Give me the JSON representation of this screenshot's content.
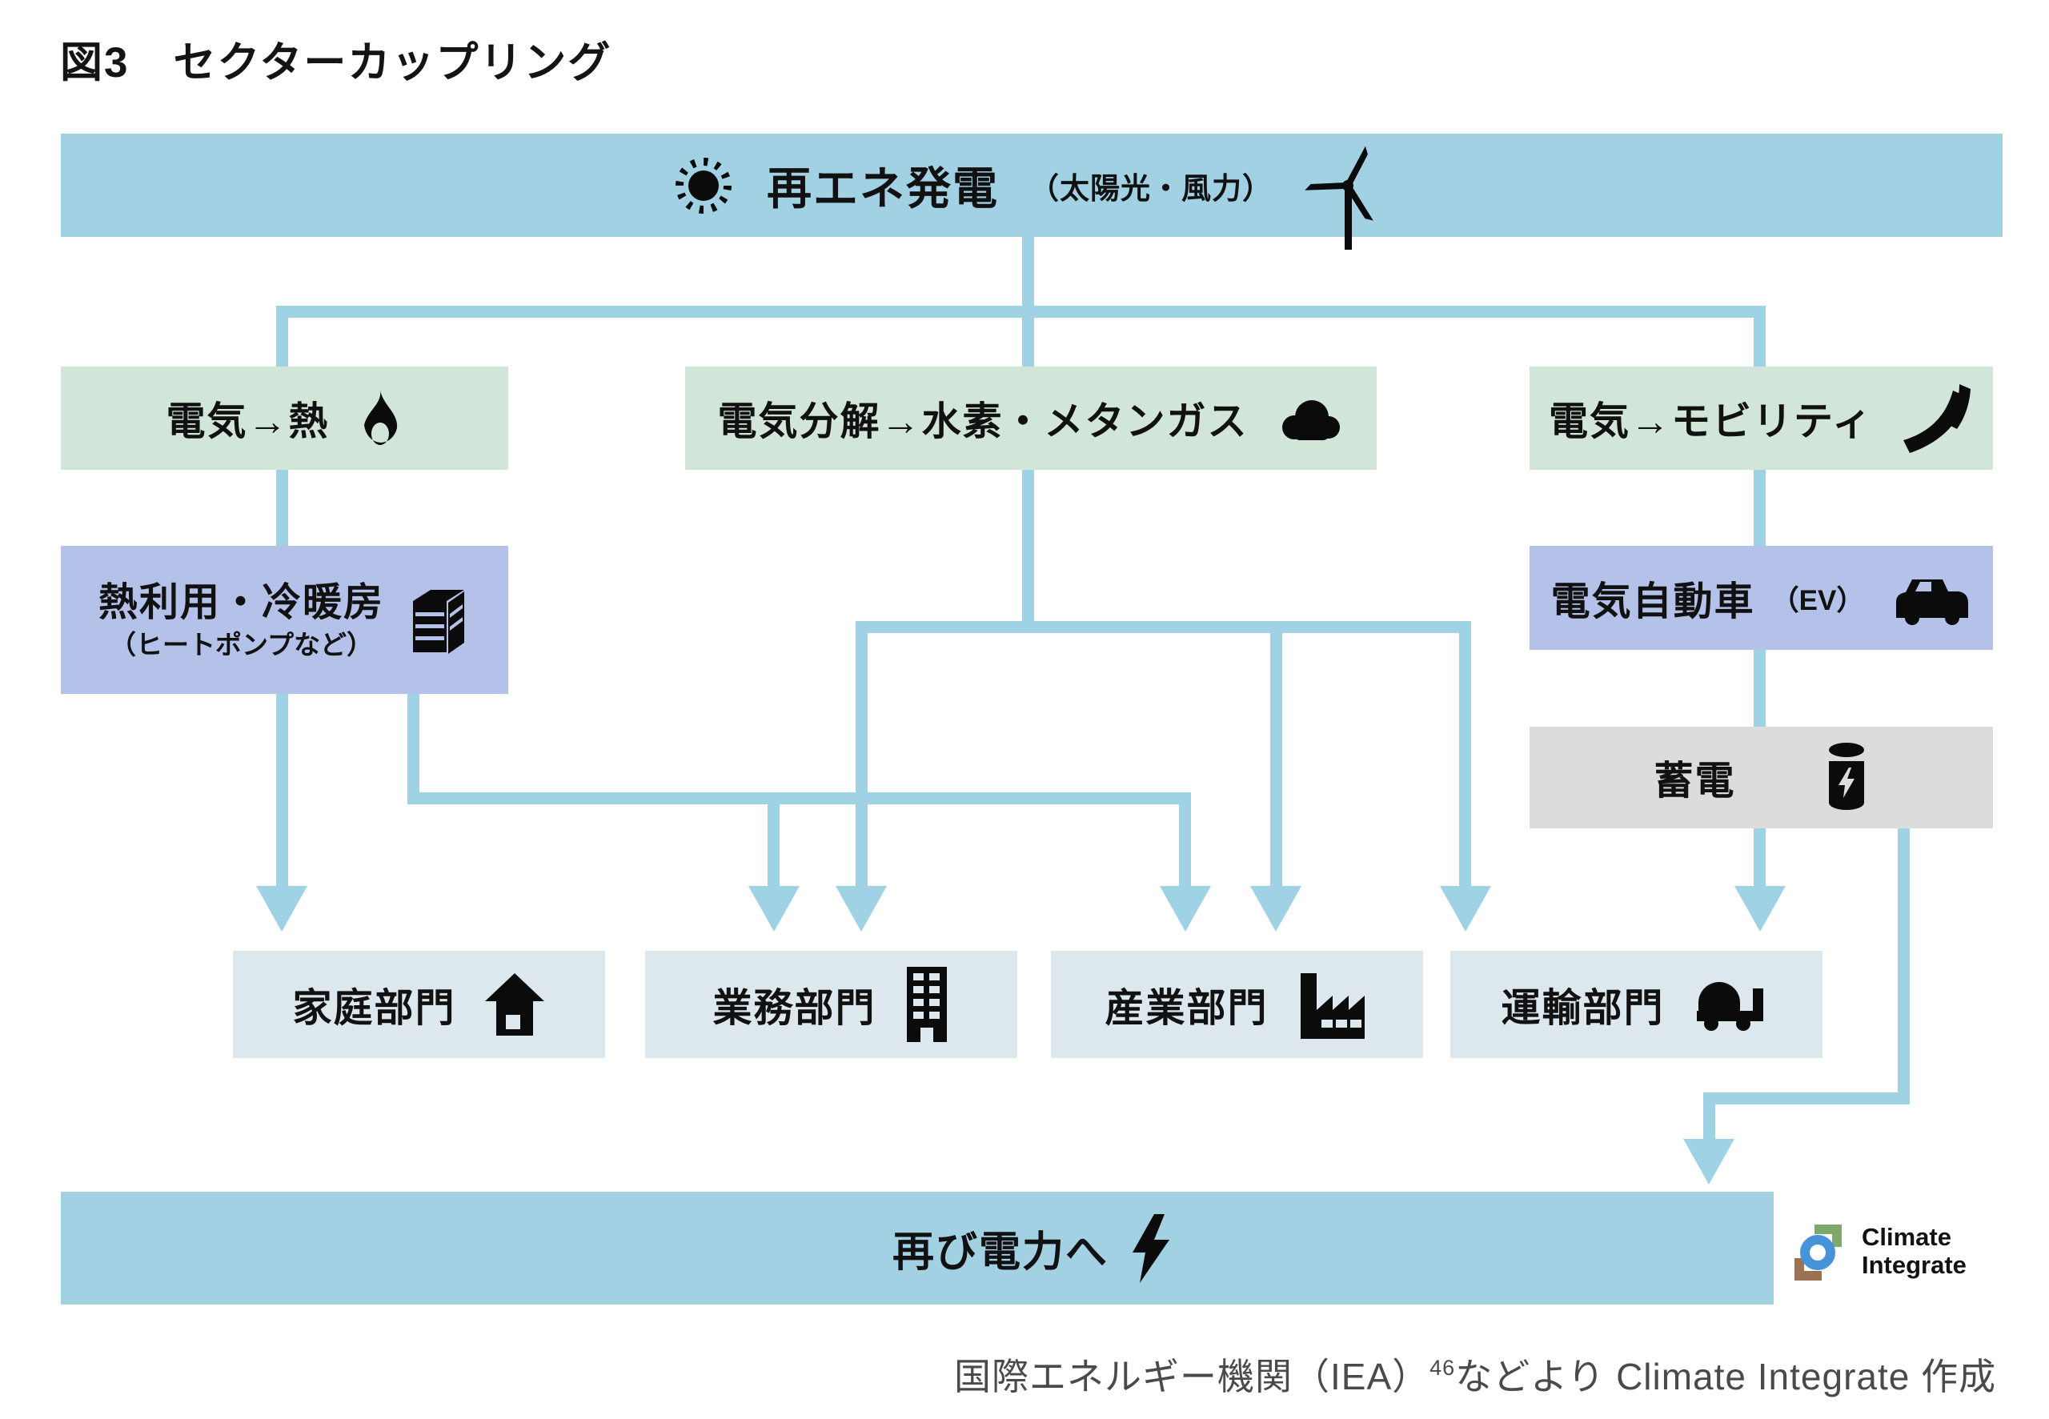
{
  "title": "図3　セクターカップリング",
  "colors": {
    "bar_blue": "#A2D1E3",
    "line_blue": "#A0D2E5",
    "green_box": "#D1E6D9",
    "purple_box": "#B4C2EA",
    "gray_box": "#DCDCDC",
    "sector_box": "#DCE7EE",
    "logo_green": "#7FA86D",
    "logo_blue": "#4793D9",
    "logo_brown": "#9C7153"
  },
  "nodes": {
    "source": {
      "label": "再エネ発電",
      "sub": "（太陽光・風力）",
      "icon_left": "sun-icon",
      "icon_right": "wind-turbine-icon"
    },
    "heat": {
      "label": "電気→熱",
      "icon": "flame-icon"
    },
    "electrolysis": {
      "label": "電気分解→水素・メタンガス",
      "icon": "cloud-icon"
    },
    "mobility": {
      "label": "電気→モビリティ",
      "icon": "road-icon"
    },
    "heat_use": {
      "label": "熱利用・冷暖房",
      "sub": "（ヒートポンプなど）",
      "icon": "heat-pump-icon"
    },
    "ev": {
      "label": "電気自動車",
      "sub": "（EV）",
      "icon": "car-icon"
    },
    "storage": {
      "label": "蓄電",
      "icon": "battery-icon"
    },
    "residential": {
      "label": "家庭部門",
      "icon": "house-icon"
    },
    "commercial": {
      "label": "業務部門",
      "icon": "office-building-icon"
    },
    "industrial": {
      "label": "産業部門",
      "icon": "factory-icon"
    },
    "transport": {
      "label": "運輸部門",
      "icon": "bus-icon"
    },
    "back_to_power": {
      "label": "再び電力へ",
      "icon": "lightning-bolt-icon"
    }
  },
  "logo": {
    "line1": "Climate",
    "line2": "Integrate"
  },
  "footer": {
    "prefix": "国際エネルギー機関（IEA）",
    "superscript": "46",
    "suffix": "などより Climate Integrate 作成"
  }
}
